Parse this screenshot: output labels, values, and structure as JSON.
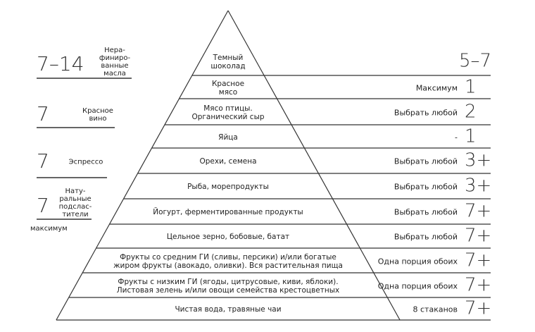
{
  "pyramid": [
    {
      "food": "Темный\nшоколад",
      "note": "",
      "count": "5–7"
    },
    {
      "food": "Красное\nмясо",
      "note": "Максимум",
      "count": "1"
    },
    {
      "food": "Мясо птицы.\nОрганический сыр",
      "note": "Выбрать любой",
      "count": "2"
    },
    {
      "food": "Яйца",
      "note": "-",
      "count": "1"
    },
    {
      "food": "Орехи, семена",
      "note": "Выбрать любой",
      "count": "3+"
    },
    {
      "food": "Рыба, морепродукты",
      "note": "Выбрать любой",
      "count": "3+"
    },
    {
      "food": "Йогурт, ферментированные продукты",
      "note": "Выбрать любой",
      "count": "7+"
    },
    {
      "food": "Цельное зерно, бобовые, батат",
      "note": "Выбрать любой",
      "count": "7+"
    },
    {
      "food": "Фрукты со средним ГИ (сливы, персики) и/или богатые\nжиром фрукты (авокадо, оливки). Вся растительная пища",
      "note": "Одна порция обоих",
      "count": "7+"
    },
    {
      "food": "Фрукты с низким ГИ (ягоды, цитрусовые, киви, яблоки).\nЛистовая зелень и/или овощи семейства крестоцветных",
      "note": "Одна порция обоих",
      "count": "7+"
    },
    {
      "food": "Чистая вода, травяные чаи",
      "note": "8 стаканов",
      "count": "7+"
    }
  ],
  "weekly": [
    {
      "count": "7–14",
      "label": "Нера-\nфиниро-\nванные\nмасла"
    },
    {
      "count": "7",
      "label": "Красное\nвино"
    },
    {
      "count": "7",
      "label": "Эспрессо"
    },
    {
      "count": "7",
      "label": "Нату-\nральные\nподслас-\nтители"
    }
  ],
  "weekly_footer": "максимум"
}
